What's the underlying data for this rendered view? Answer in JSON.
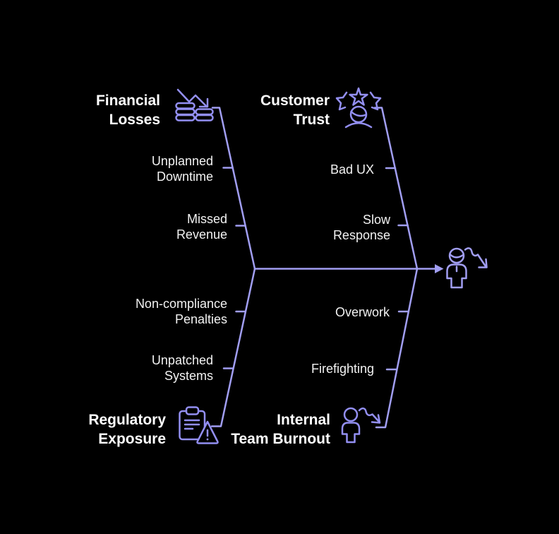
{
  "diagram": {
    "kind": "fishbone",
    "background_color": "#000000",
    "line_color": "#a19ef2",
    "icon_color": "#938ff2",
    "category_text_color": "#ffffff",
    "cause_text_color": "#f2f2f2",
    "effect": {
      "icon": "impacted-user-declining-arrow-icon"
    },
    "categories": [
      {
        "name": "Financial Losses",
        "line1": "Financial",
        "line2": "Losses",
        "icon": "declining-chart-coins-icon",
        "quadrant": "top-left",
        "causes": [
          {
            "line1": "Unplanned",
            "line2": "Downtime"
          },
          {
            "line1": "Missed",
            "line2": "Revenue"
          }
        ]
      },
      {
        "name": "Customer Trust",
        "line1": "Customer",
        "line2": "Trust",
        "icon": "star-rating-person-icon",
        "quadrant": "top-right",
        "causes": [
          {
            "line1": "Bad UX",
            "line2": ""
          },
          {
            "line1": "Slow",
            "line2": "Response"
          }
        ]
      },
      {
        "name": "Regulatory Exposure",
        "line1": "Regulatory",
        "line2": "Exposure",
        "icon": "clipboard-warning-icon",
        "quadrant": "bottom-left",
        "causes": [
          {
            "line1": "Non-compliance",
            "line2": "Penalties"
          },
          {
            "line1": "Unpatched",
            "line2": "Systems"
          }
        ]
      },
      {
        "name": "Internal Team Burnout",
        "line1": "Internal",
        "line2": "Team Burnout",
        "icon": "person-declining-arrow-icon",
        "quadrant": "bottom-right",
        "causes": [
          {
            "line1": "Overwork",
            "line2": ""
          },
          {
            "line1": "Firefighting",
            "line2": ""
          }
        ]
      }
    ]
  }
}
